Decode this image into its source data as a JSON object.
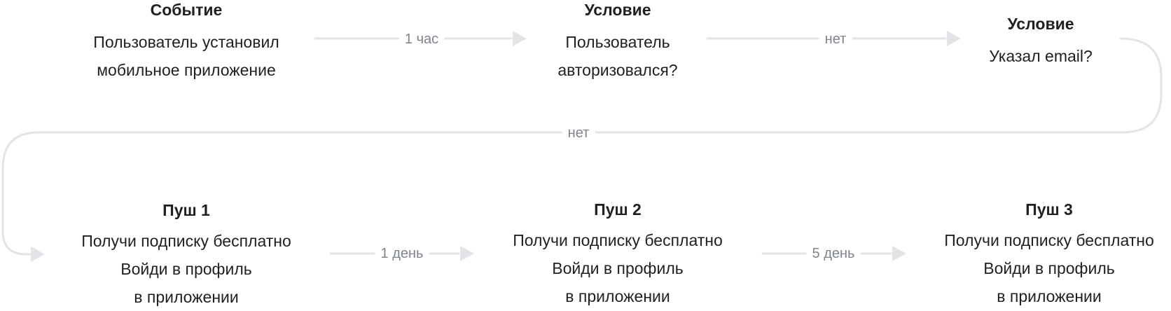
{
  "nodes": {
    "event": {
      "title": "Событие",
      "lines": [
        "Пользователь установил",
        "мобильное приложение"
      ]
    },
    "cond1": {
      "title": "Условие",
      "lines": [
        "Пользователь",
        "авторизовался?"
      ]
    },
    "cond2": {
      "title": "Условие",
      "lines": [
        "Указал email?"
      ]
    },
    "push1": {
      "title": "Пуш 1",
      "lines": [
        "Получи подписку бесплатно",
        "Войди в профиль",
        "в приложении"
      ]
    },
    "push2": {
      "title": "Пуш 2",
      "lines": [
        "Получи подписку бесплатно",
        "Войди в профиль",
        "в приложении"
      ]
    },
    "push3": {
      "title": "Пуш 3",
      "lines": [
        "Получи подписку бесплатно",
        "Войди в профиль",
        "в приложении"
      ]
    }
  },
  "edges": {
    "event_to_cond1": "1 час",
    "cond1_to_cond2": "нет",
    "cond2_to_push1": "нет",
    "push1_to_push2": "1 день",
    "push2_to_push3": "5 день"
  },
  "colors": {
    "connector": "#e2e4e8",
    "label": "#7e838c",
    "text": "#1f2024"
  }
}
